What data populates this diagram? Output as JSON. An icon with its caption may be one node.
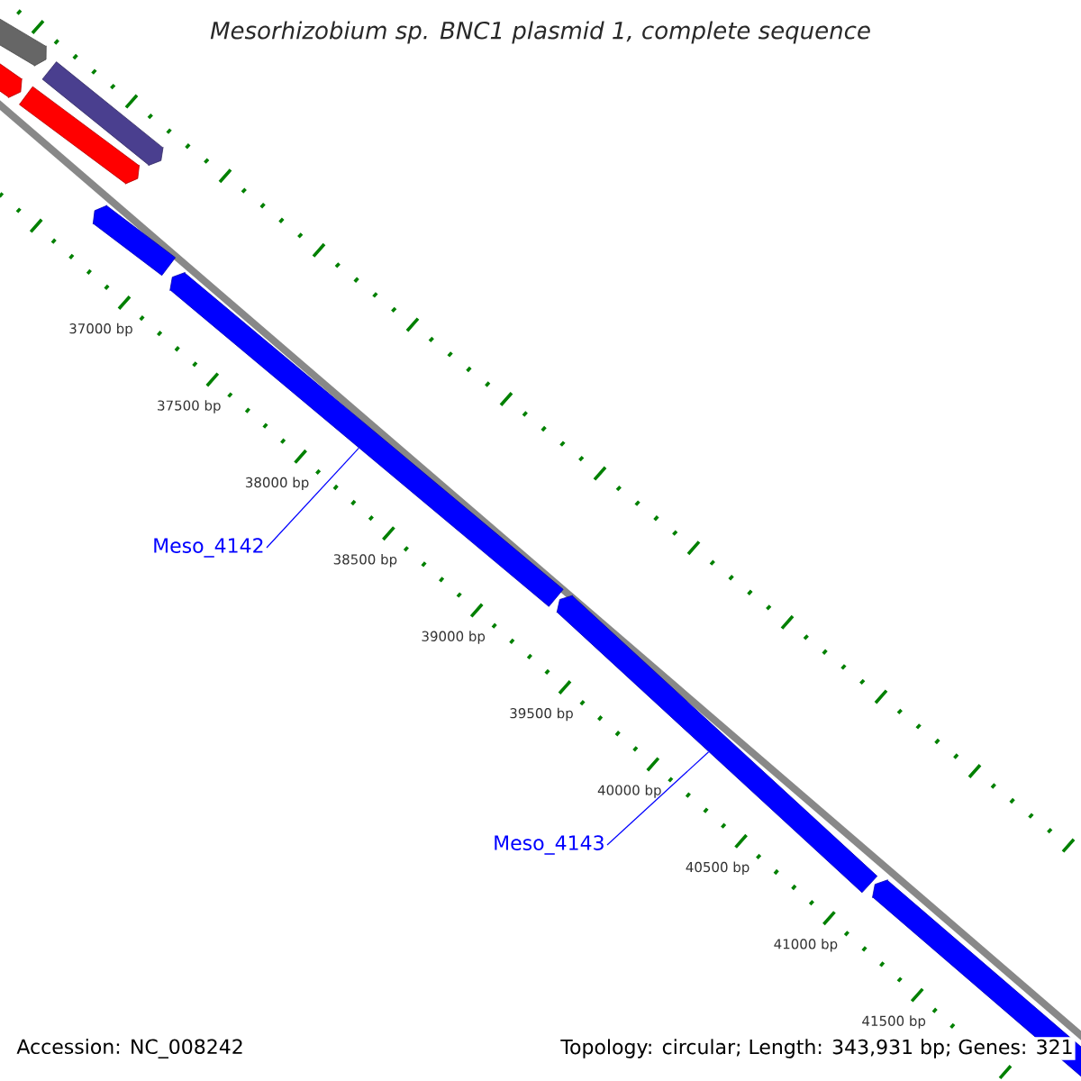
{
  "diagram": {
    "title": "Mesorhizobium sp. BNC1 plasmid 1, complete sequence",
    "nodes": [
      {
        "text": [
          "Meso_4142"
        ]
      },
      {
        "text": [],
        "shape": "bar"
      },
      {
        "text": [
          "Meso_4143"
        ]
      },
      {
        "text": [],
        "shape": "bar"
      }
    ],
    "edges": [
      {
        "from": 0,
        "to": 1,
        "arrow": "none"
      },
      {
        "from": 2,
        "to": 3,
        "arrow": "none"
      }
    ],
    "labels": [
      "37000 bp",
      "37500 bp",
      "38000 bp",
      "38500 bp",
      "39000 bp",
      "39500 bp",
      "40000 bp",
      "40500 bp",
      "41000 bp",
      "41500 bp",
      "Accession: NC_008242",
      "Topology: circular; Length: 343,931 bp; Genes: 321"
    ]
  }
}
